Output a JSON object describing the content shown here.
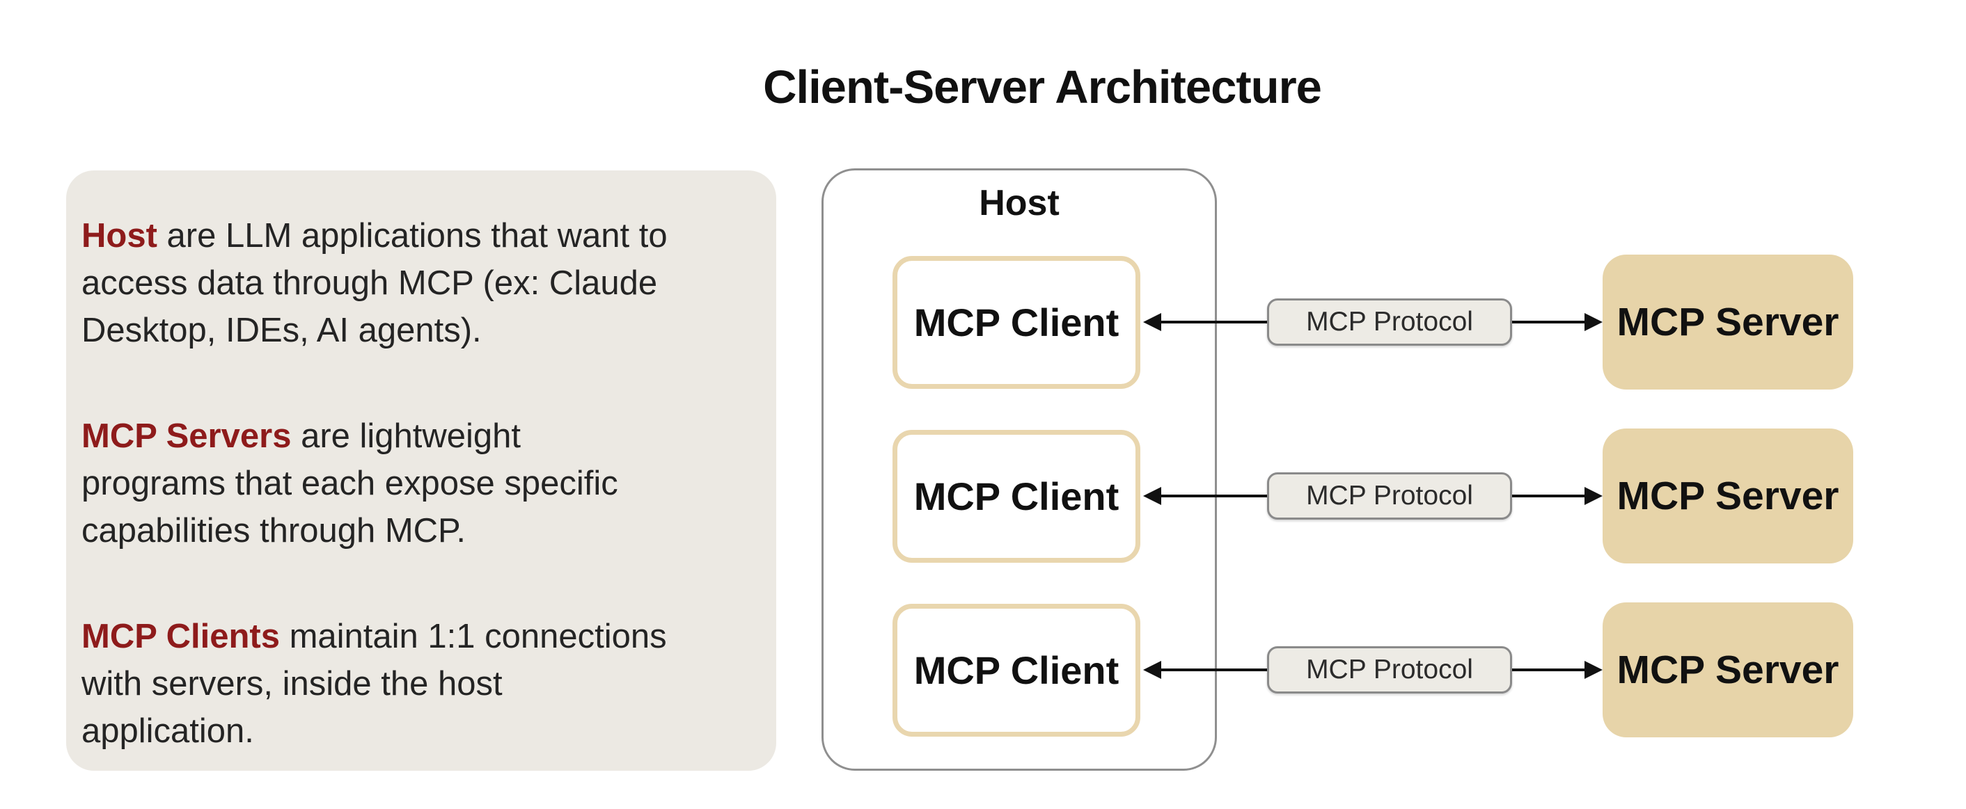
{
  "title": "Client-Server Architecture",
  "colors": {
    "panel_background": "#ECE9E3",
    "accent_red": "#8E1B1B",
    "accent_tan": "#E7D4A9",
    "client_border_tan": "#E9D6AE",
    "pill_background": "#EDEBE5",
    "pill_border": "#8A8A8A",
    "host_border": "#8F8F8F",
    "text_dark": "#242424"
  },
  "info_panel": {
    "paragraphs": [
      {
        "lead": "Host",
        "body": " are LLM applications that want to\naccess data through MCP (ex: Claude\nDesktop, IDEs, AI agents)."
      },
      {
        "lead": "MCP Servers",
        "body": " are lightweight\nprograms that each expose specific\ncapabilities through MCP."
      },
      {
        "lead": "MCP Clients",
        "body": " maintain 1:1 connections\nwith servers, inside the host\napplication."
      }
    ]
  },
  "diagram": {
    "host_label": "Host",
    "rows": [
      {
        "client": "MCP Client",
        "protocol": "MCP Protocol",
        "server": "MCP Server"
      },
      {
        "client": "MCP Client",
        "protocol": "MCP Protocol",
        "server": "MCP Server"
      },
      {
        "client": "MCP Client",
        "protocol": "MCP Protocol",
        "server": "MCP Server"
      }
    ]
  }
}
